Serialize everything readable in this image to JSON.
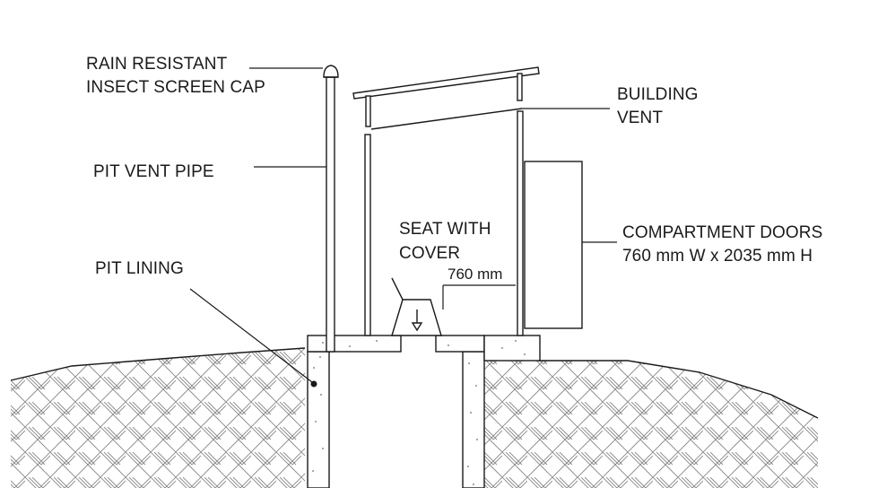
{
  "labels": {
    "cap_line1": "RAIN RESISTANT",
    "cap_line2": "INSECT SCREEN CAP",
    "building_vent_line1": "BUILDING",
    "building_vent_line2": "VENT",
    "pit_vent_pipe": "PIT VENT PIPE",
    "seat_line1": "SEAT WITH",
    "seat_line2": "COVER",
    "doors_line1": "COMPARTMENT DOORS",
    "doors_line2": "760 mm W x 2035 mm H",
    "pit_lining": "PIT LINING",
    "dimension": "760 mm"
  },
  "colors": {
    "line": "#1a1a1a",
    "hatch": "#8a8a8a",
    "concrete_speckle": "#6a6a6a"
  }
}
